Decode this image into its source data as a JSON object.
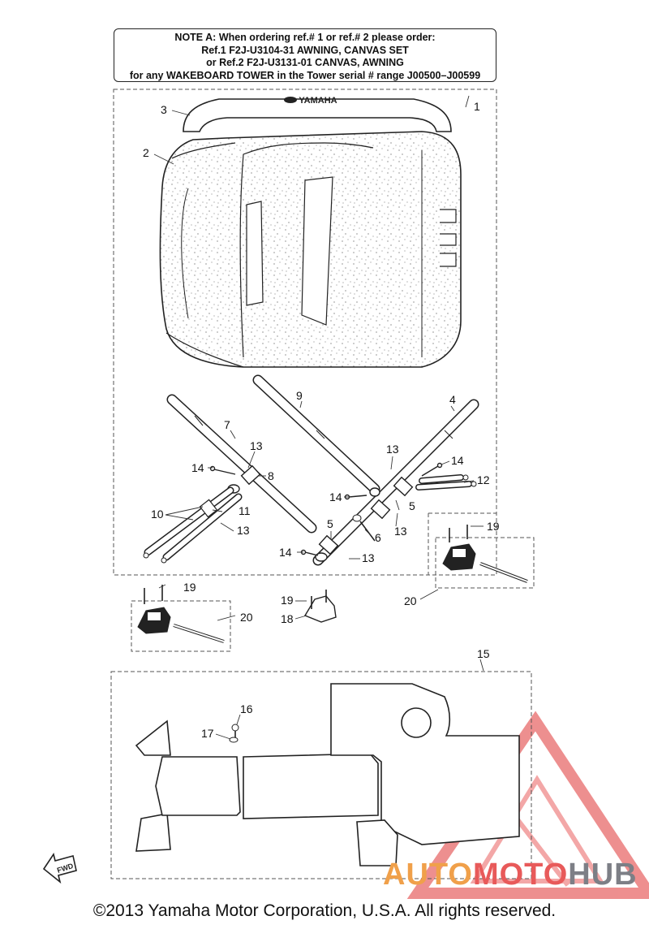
{
  "note": {
    "line1": "NOTE A: When ordering ref.# 1 or ref.# 2 please order:",
    "line2": "Ref.1   F2J-U3104-31 AWNING, CANVAS SET",
    "line3": "or   Ref.2   F2J-U3131-01 CANVAS, AWNING",
    "line4": "for any WAKEBOARD TOWER in the Tower serial # range J00500–J00599"
  },
  "brand_label": "YAMAHA",
  "fwd_label": "FWD",
  "ref_numbers": {
    "r1": "1",
    "r2": "2",
    "r3": "3",
    "r4": "4",
    "r5a": "5",
    "r5b": "5",
    "r6": "6",
    "r7": "7",
    "r8": "8",
    "r9": "9",
    "r10": "10",
    "r11": "11",
    "r12": "12",
    "r13a": "13",
    "r13b": "13",
    "r13c": "13",
    "r13d": "13",
    "r13e": "13",
    "r14a": "14",
    "r14b": "14",
    "r14c": "14",
    "r14d": "14",
    "r15": "15",
    "r16": "16",
    "r17": "17",
    "r18": "18",
    "r19a": "19",
    "r19b": "19",
    "r19c": "19",
    "r20a": "20",
    "r20b": "20"
  },
  "watermark": {
    "part1": "AUTO",
    "part2": "MOTO",
    "part3": "HUB"
  },
  "copyright": "©2013 Yamaha Motor Corporation, U.S.A. All rights reserved."
}
